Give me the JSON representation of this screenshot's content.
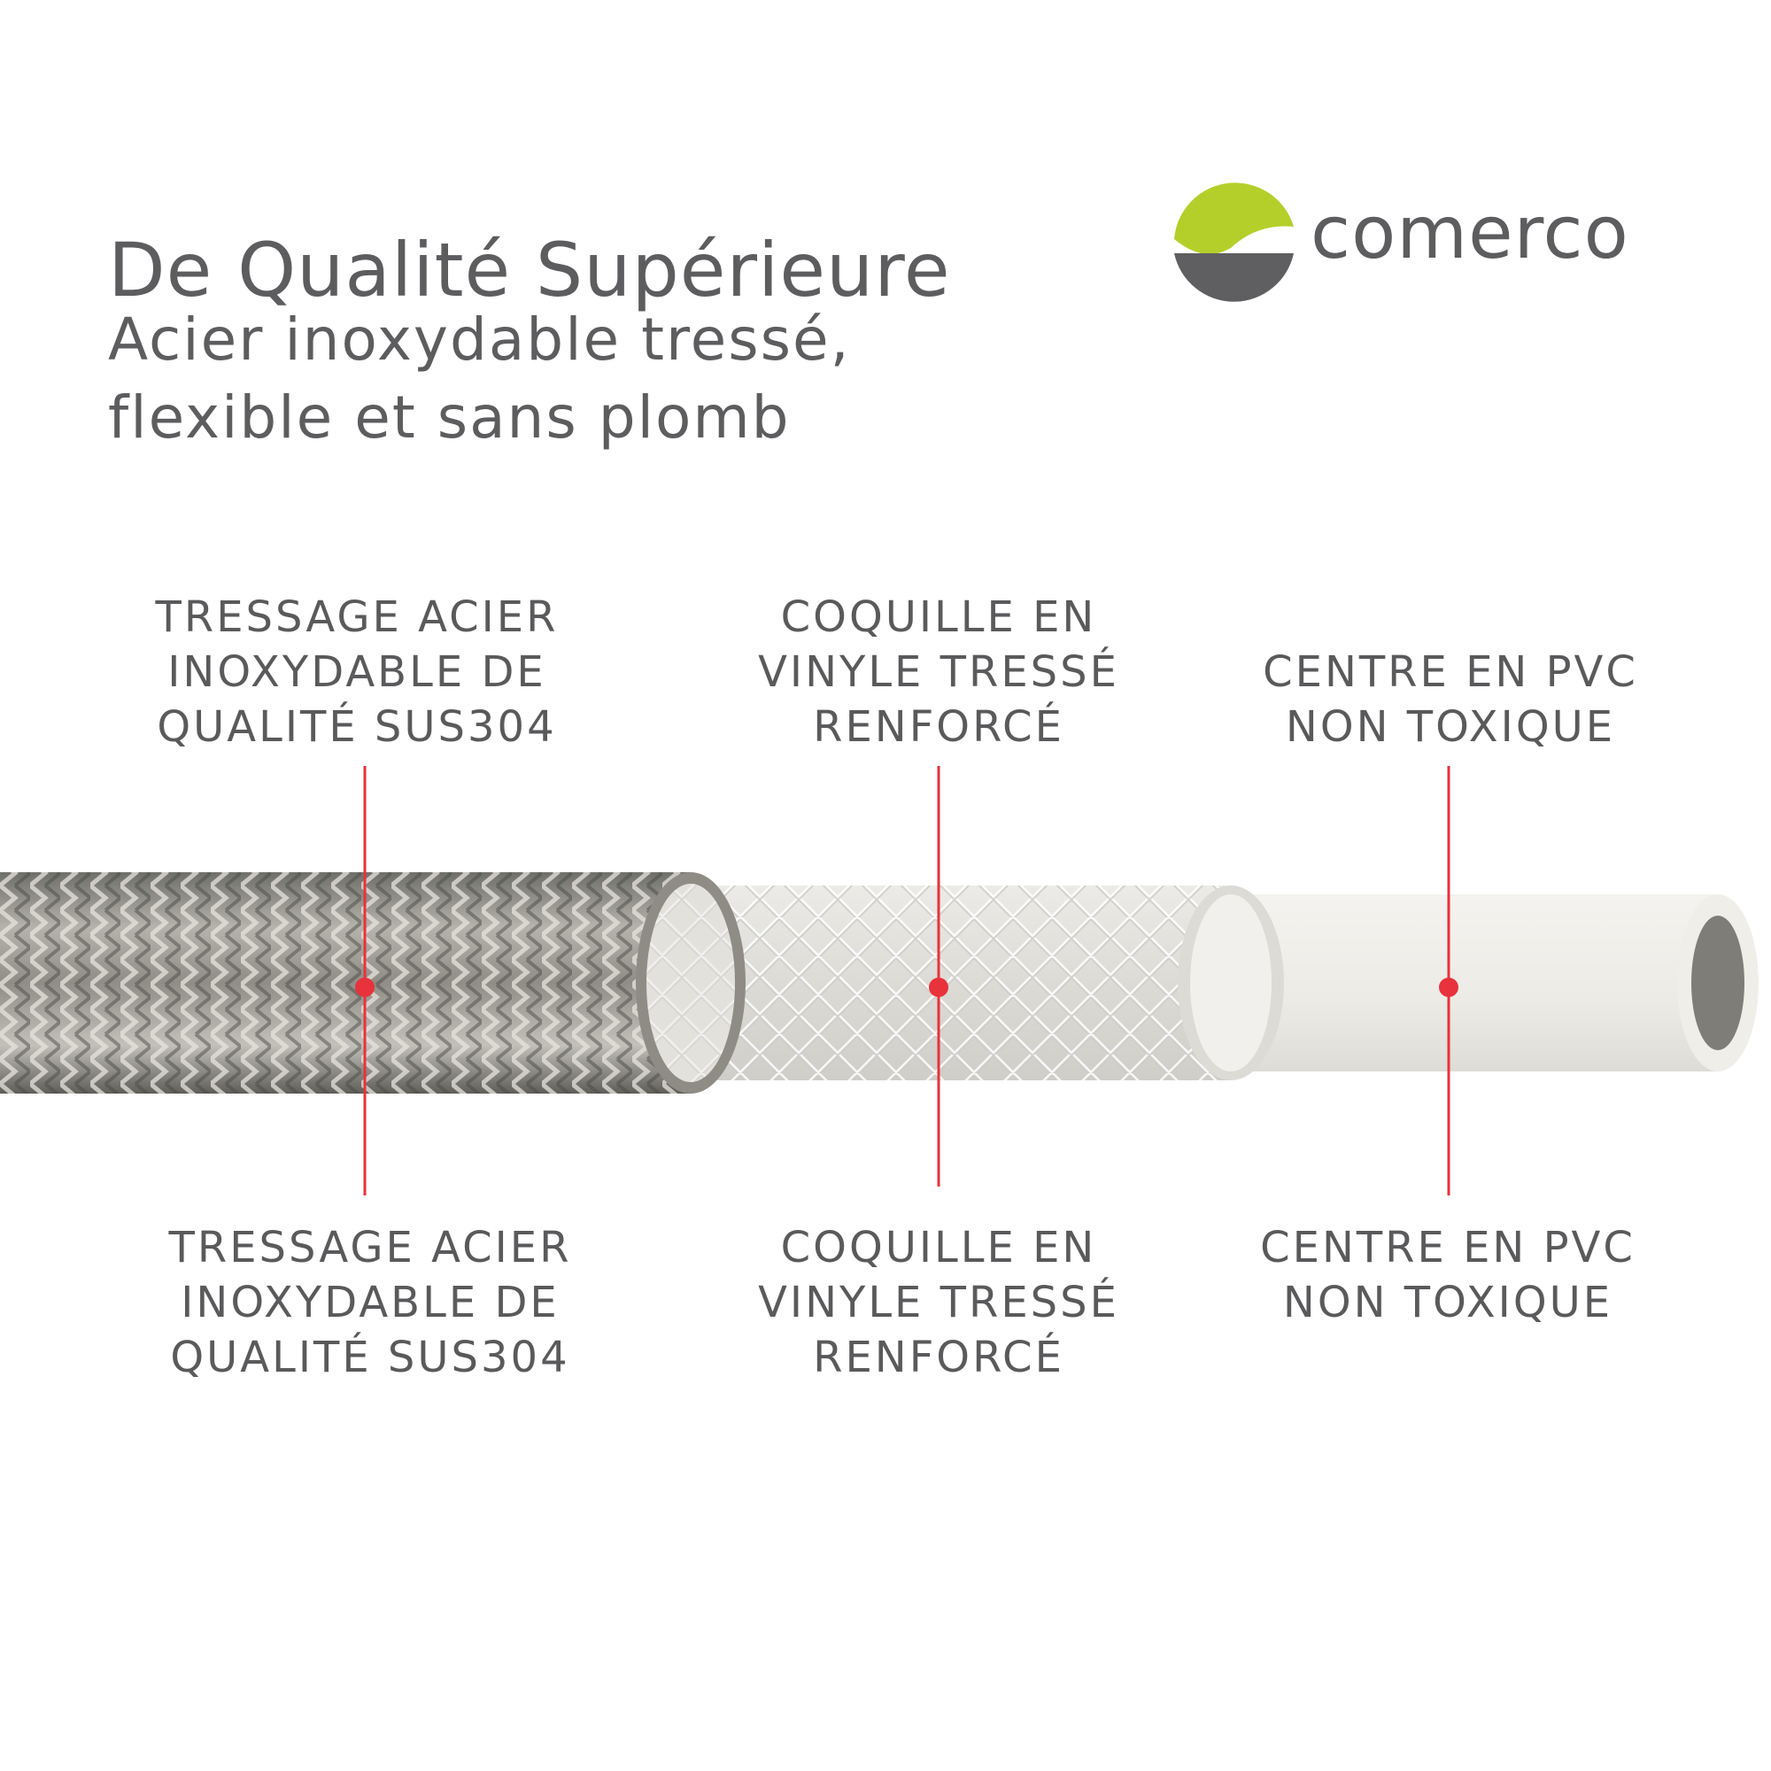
{
  "header": {
    "title": "De Qualité Supérieure",
    "subtitle_lines": [
      "Acier inoxydable tressé,",
      "flexible et sans plomb"
    ]
  },
  "brand": {
    "name": "comerco",
    "colors": {
      "lime": "#b5cf2a",
      "grey": "#5f5f61"
    }
  },
  "annotation_color": "#e8323c",
  "labels_top": [
    {
      "lines": [
        "TRESSAGE ACIER",
        "INOXYDABLE DE",
        "QUALITÉ SUS304"
      ]
    },
    {
      "lines": [
        "COQUILLE EN",
        "VINYLE TRESSÉ",
        "RENFORCÉ"
      ]
    },
    {
      "lines": [
        "CENTRE EN PVC",
        "NON TOXIQUE"
      ]
    }
  ],
  "labels_bottom": [
    {
      "lines": [
        "TRESSAGE ACIER",
        "INOXYDABLE DE",
        "QUALITÉ SUS304"
      ]
    },
    {
      "lines": [
        "COQUILLE EN",
        "VINYLE TRESSÉ",
        "RENFORCÉ"
      ]
    },
    {
      "lines": [
        "CENTRE EN PVC",
        "NON TOXIQUE"
      ]
    }
  ]
}
